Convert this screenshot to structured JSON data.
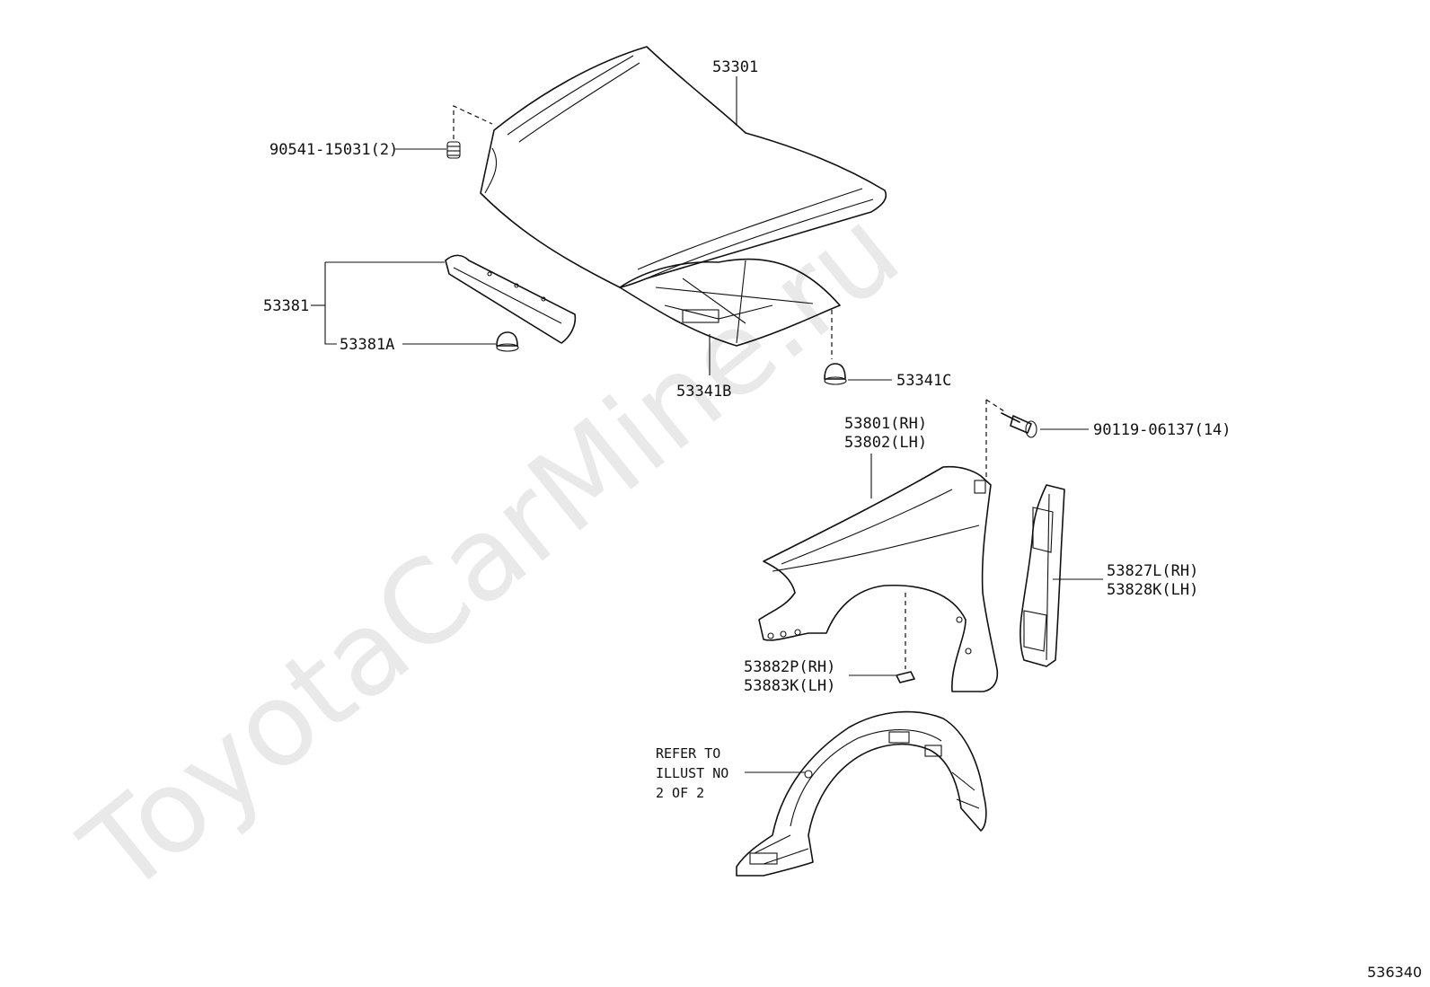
{
  "watermark": "ToyotaCarMine.ru",
  "figure_number": "536340",
  "parts": {
    "hood": "53301",
    "hood_bumper": "90541-15031(2)",
    "seal": "53381",
    "seal_clip": "53381A",
    "insulator": "53341B",
    "insulator_clip": "53341C",
    "fender_rh": "53801(RH)",
    "fender_lh": "53802(LH)",
    "fender_bolt": "90119-06137(14)",
    "fender_seal_rh": "53827L(RH)",
    "fender_seal_lh": "53828K(LH)",
    "pad_rh": "53882P(RH)",
    "pad_lh": "53883K(LH)",
    "refer_line1": "REFER TO",
    "refer_line2": "ILLUST NO",
    "refer_line3": "2 OF 2"
  }
}
